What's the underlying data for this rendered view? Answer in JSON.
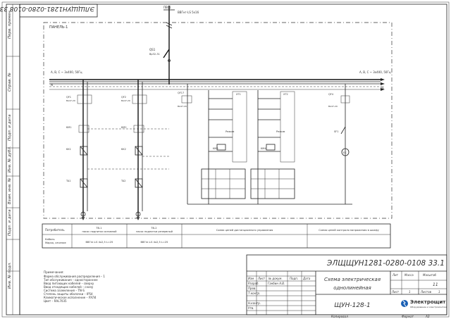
{
  "sheet": {
    "code": "ЭЛЩЩУН1281-0280-0108 33.1",
    "code_top_mirrored": "ЭЛЩЩУН1281-0280-0108 33.1",
    "title": "Схема электрическая однолинейная",
    "product": "ЩУН-128-1",
    "stage": "",
    "sheet_num": "11",
    "sheet": "1",
    "sheets": "1",
    "col_lit": "Лит",
    "col_mass": "Масса",
    "col_scale": "Масштаб",
    "col_sheet": "Лист",
    "col_sheets": "Листов",
    "copied": "Копировал",
    "format": "Формат",
    "format_val": "А3",
    "rev_headers": [
      "Изм",
      "Лист",
      "№ докум.",
      "Подп.",
      "Дата"
    ],
    "roles": [
      "Разраб.",
      "Пров.",
      "Т.контр.",
      "Н.контр.",
      "Утв."
    ],
    "developer": "Ганбин А.В.",
    "company": "Электрощит",
    "company_sub": "Оборудование и электромонтаж",
    "side_labels": [
      "Перв. примен.",
      "Справ. №",
      "Подп. и дата",
      "Инв. № дубл.",
      "Взам. инв. №",
      "Подп. и дата",
      "Инв. № подл."
    ]
  },
  "diagram": {
    "input_cable": "ВВГнг-LS 5х16",
    "input_label": "ПВ01",
    "panel_label": "ПАНЕЛЬ-1",
    "switch_label": "QS1",
    "switch_spec": "Вр32-31",
    "bus_left": "А, В, С ~ 3х400, 50Гц",
    "bus_right": "А, В, С ~ 3х400, 50Гц",
    "n_label": "N",
    "pe_label": "PE",
    "left_columns": [
      {
        "breaker": "QF1",
        "breaker_spec": "ВА47-29",
        "contactor": "KM1",
        "relay": "KK1",
        "fuse": "TA1",
        "cable": "ВВГнг-LS 4х2,5"
      },
      {
        "breaker": "QF2",
        "breaker_spec": "ВА47-29",
        "contactor": "KM2",
        "relay": "KK2",
        "fuse": "TA2",
        "cable": "ВВГнг-LS 4х2,5"
      }
    ],
    "mid_left_block": {
      "breaker": "QF17",
      "spec": "ВА47-29",
      "mode": "Режим",
      "relay": "KM3",
      "terminal_label": "XT1"
    },
    "mid_right_block": {
      "breaker": "QF18",
      "mode": "Режим",
      "relay": "KM4",
      "terminal_label": "XT2"
    },
    "right_block": {
      "breaker": "QF4",
      "spec": "ВА47-29",
      "switch": "SF1",
      "heater": "EK"
    }
  },
  "legend": {
    "row1_label": "Потребитель",
    "row2_label": "Кабель\nМарка, сечение",
    "cells": [
      {
        "consumer": "ТВ-1\nнасос подпитки основной",
        "cable": "ВВГнг-LS 4х2,5 L=25"
      },
      {
        "consumer": "ТВ-2\nнасос подпитки резервный",
        "cable": "ВВГнг-LS 4х2,5 L=25"
      },
      {
        "consumer": "Схема цепей дистанционного управления",
        "cable": ""
      },
      {
        "consumer": "Схема цепей контроля напряжения в шкафу",
        "cable": ""
      }
    ]
  },
  "notes": {
    "title": "Примечания:",
    "lines": [
      "Форма обслуживания распределения – 1",
      "Тип обслуживания – одностороннее",
      "Ввод питающих кабелей – сверху",
      "Ввод отходящих кабелей – снизу",
      "Система заземления – TN-S",
      "Степень защиты оболочки – IP54",
      "Климатическое исполнение – УХЛ4",
      "Цвет – RAL7035"
    ]
  }
}
